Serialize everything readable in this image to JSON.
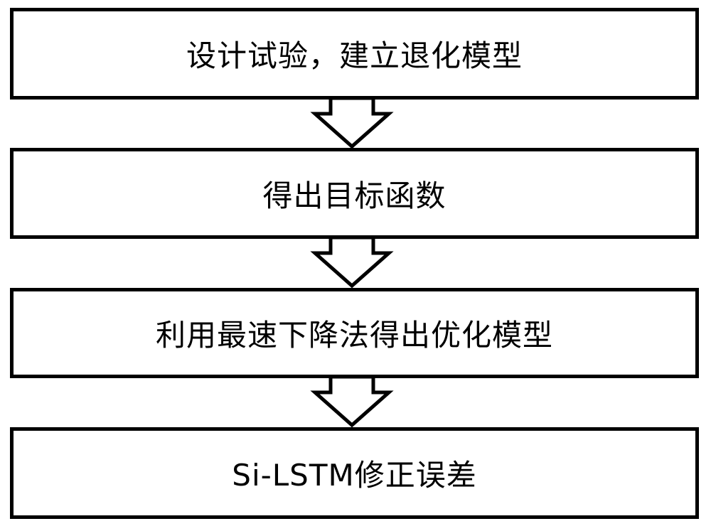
{
  "diagram": {
    "steps": [
      {
        "label": "设计试验，建立退化模型"
      },
      {
        "label": "得出目标函数"
      },
      {
        "label": "利用最速下降法得出优化模型"
      },
      {
        "label": "Si-LSTM修正误差"
      }
    ],
    "colors": {
      "stroke": "#000000",
      "fill": "#ffffff"
    }
  }
}
